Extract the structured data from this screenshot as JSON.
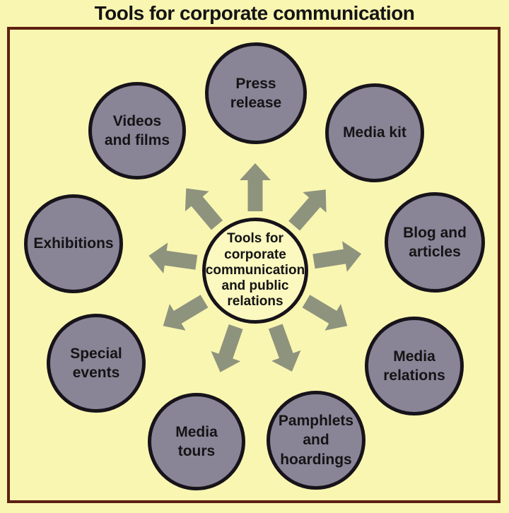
{
  "title": "Tools for corporate communication",
  "center": {
    "label": "Tools for corporate communication and public relations",
    "lines": [
      "Tools for",
      "corporate",
      "communication",
      "and public",
      "relations"
    ]
  },
  "nodes": [
    {
      "id": "press-release",
      "label": "Press release",
      "lines": [
        "Press",
        "release"
      ]
    },
    {
      "id": "media-kit",
      "label": "Media kit",
      "lines": [
        "Media kit"
      ]
    },
    {
      "id": "blog-and-articles",
      "label": "Blog and articles",
      "lines": [
        "Blog and",
        "articles"
      ]
    },
    {
      "id": "media-relations",
      "label": "Media relations",
      "lines": [
        "Media",
        "relations"
      ]
    },
    {
      "id": "pamphlets-hoardings",
      "label": "Pamphlets and hoardings",
      "lines": [
        "Pamphlets",
        "and",
        "hoardings"
      ]
    },
    {
      "id": "media-tours",
      "label": "Media tours",
      "lines": [
        "Media",
        "tours"
      ]
    },
    {
      "id": "special-events",
      "label": "Special events",
      "lines": [
        "Special",
        "events"
      ]
    },
    {
      "id": "exhibitions",
      "label": "Exhibitions",
      "lines": [
        "Exhibitions"
      ]
    },
    {
      "id": "videos-and-films",
      "label": "Videos and films",
      "lines": [
        "Videos",
        "and films"
      ]
    }
  ],
  "arrows": {
    "icon": "outward-arrow-icon",
    "count": 9
  },
  "colors": {
    "background": "#f9f6b1",
    "node_fill": "#8a8497",
    "node_border": "#17131a",
    "center_fill": "#fbf8c0",
    "frame": "#5e2012",
    "arrow": "#8e937e",
    "text": "#141414"
  }
}
